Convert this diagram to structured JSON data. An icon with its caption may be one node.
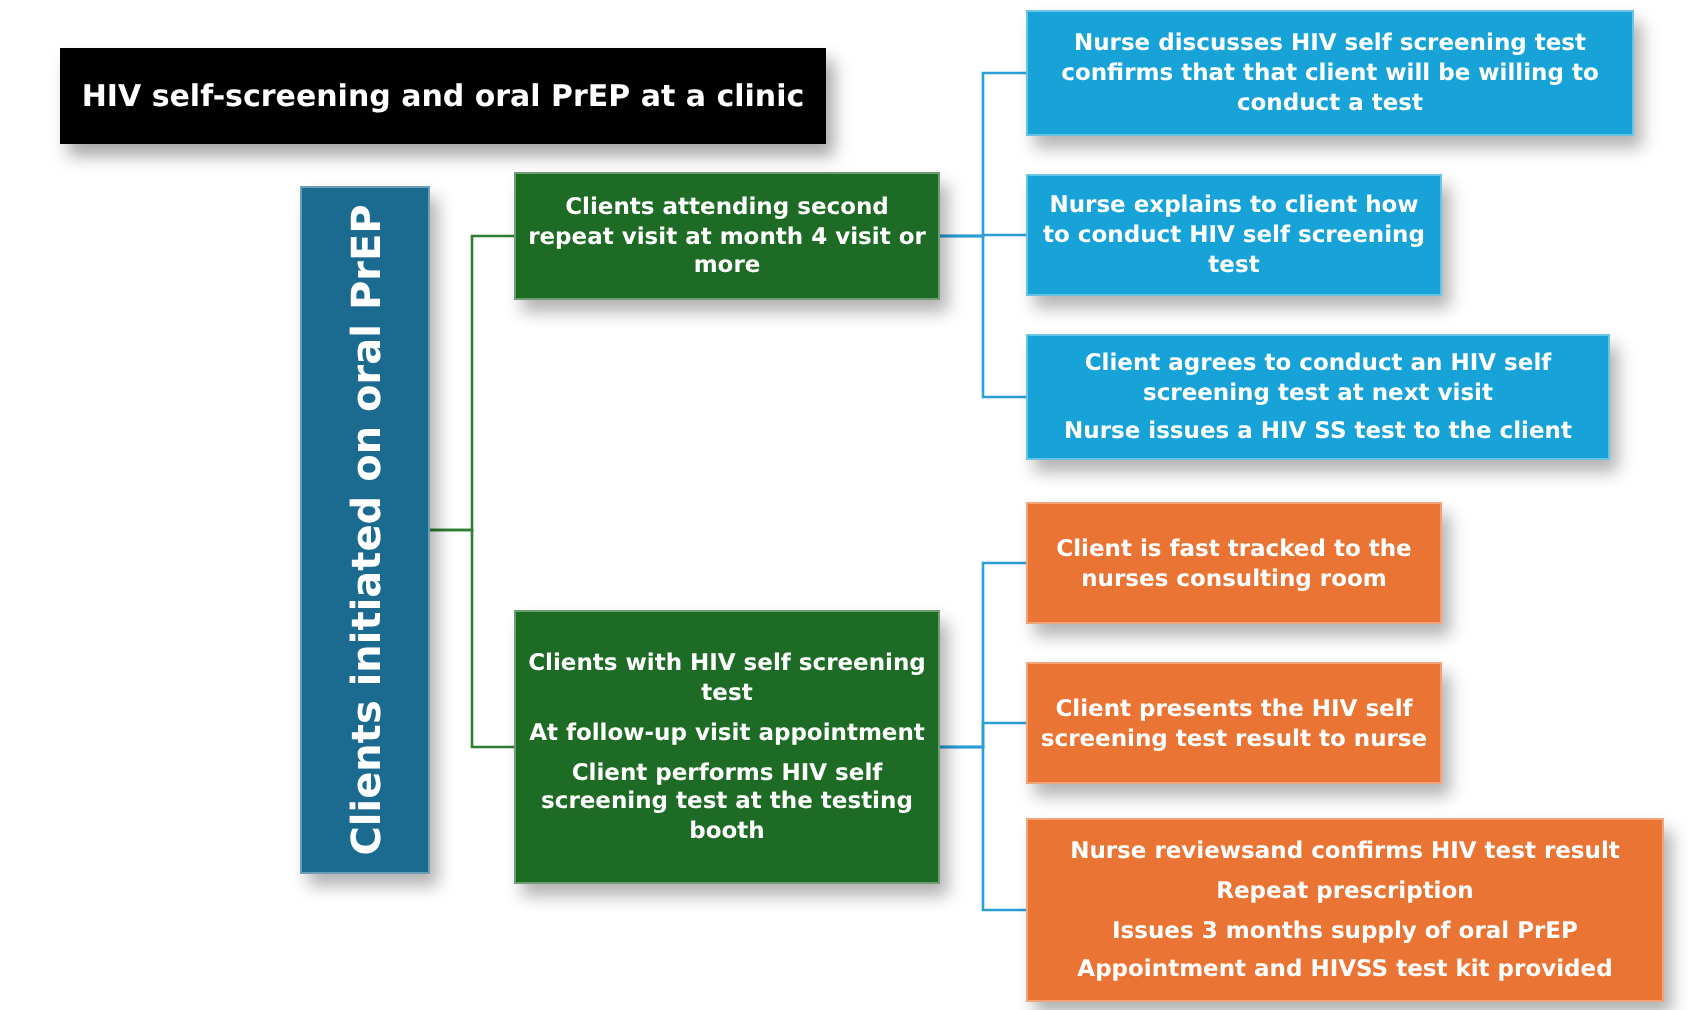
{
  "diagram": {
    "title": "HIV self-screening and oral PrEP at a clinic",
    "nodes": [
      {
        "text": [
          "Clients initiated on oral PrEP"
        ]
      },
      {
        "text": [
          "Clients attending  second repeat visit at month 4 visit or more"
        ]
      },
      {
        "text": [
          "Clients with HIV self  screening test",
          "At follow-up visit appointment",
          "Client performs HIV self screening test at the testing booth"
        ]
      },
      {
        "text": [
          "Nurse discusses HIV self screening test confirms that that client  will be willing to conduct a test"
        ]
      },
      {
        "text": [
          "Nurse explains to client how to conduct HIV self screening test"
        ]
      },
      {
        "text": [
          "Client agrees to conduct an HIV self screening test at next visit",
          "Nurse issues a HIV SS test to the client"
        ]
      },
      {
        "text": [
          "Client is fast tracked to the nurses consulting room"
        ]
      },
      {
        "text": [
          "Client presents the HIV self screening test result to nurse"
        ]
      },
      {
        "text": [
          "Nurse reviewsand confirms  HIV test result",
          "Repeat prescription",
          "Issues 3 months supply of oral PrEP",
          "Appointment and HIVSS test kit provided"
        ]
      }
    ],
    "edges": [
      {
        "from": 0,
        "to": 1,
        "arrow": "none",
        "color": "#2e7d32"
      },
      {
        "from": 0,
        "to": 2,
        "arrow": "none",
        "color": "#2e7d32"
      },
      {
        "from": 1,
        "to": 3,
        "arrow": "none"
      },
      {
        "from": 1,
        "to": 4,
        "arrow": "none"
      },
      {
        "from": 1,
        "to": 5,
        "arrow": "none"
      },
      {
        "from": 2,
        "to": 6,
        "arrow": "none"
      },
      {
        "from": 2,
        "to": 7,
        "arrow": "none"
      },
      {
        "from": 2,
        "to": 8,
        "arrow": "none"
      }
    ]
  }
}
